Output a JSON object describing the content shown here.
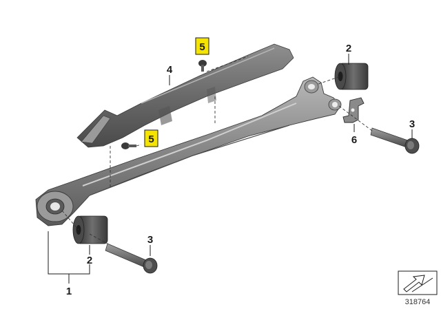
{
  "callouts": {
    "c1": "1",
    "c2_upper": "2",
    "c2_lower": "2",
    "c3_upper": "3",
    "c3_lower": "3",
    "c4": "4",
    "c5_upper": "5",
    "c5_lower": "5",
    "c6": "6"
  },
  "highlighted_callouts": [
    "5"
  ],
  "document_number": "318764",
  "icons": {
    "orientation": "direction-arrow-icon"
  },
  "colors": {
    "part_dark": "#5a5a5a",
    "part_mid": "#7d7d7d",
    "part_light": "#a9a9a9",
    "highlight": "#f5e400",
    "line": "#1a1a1a"
  }
}
